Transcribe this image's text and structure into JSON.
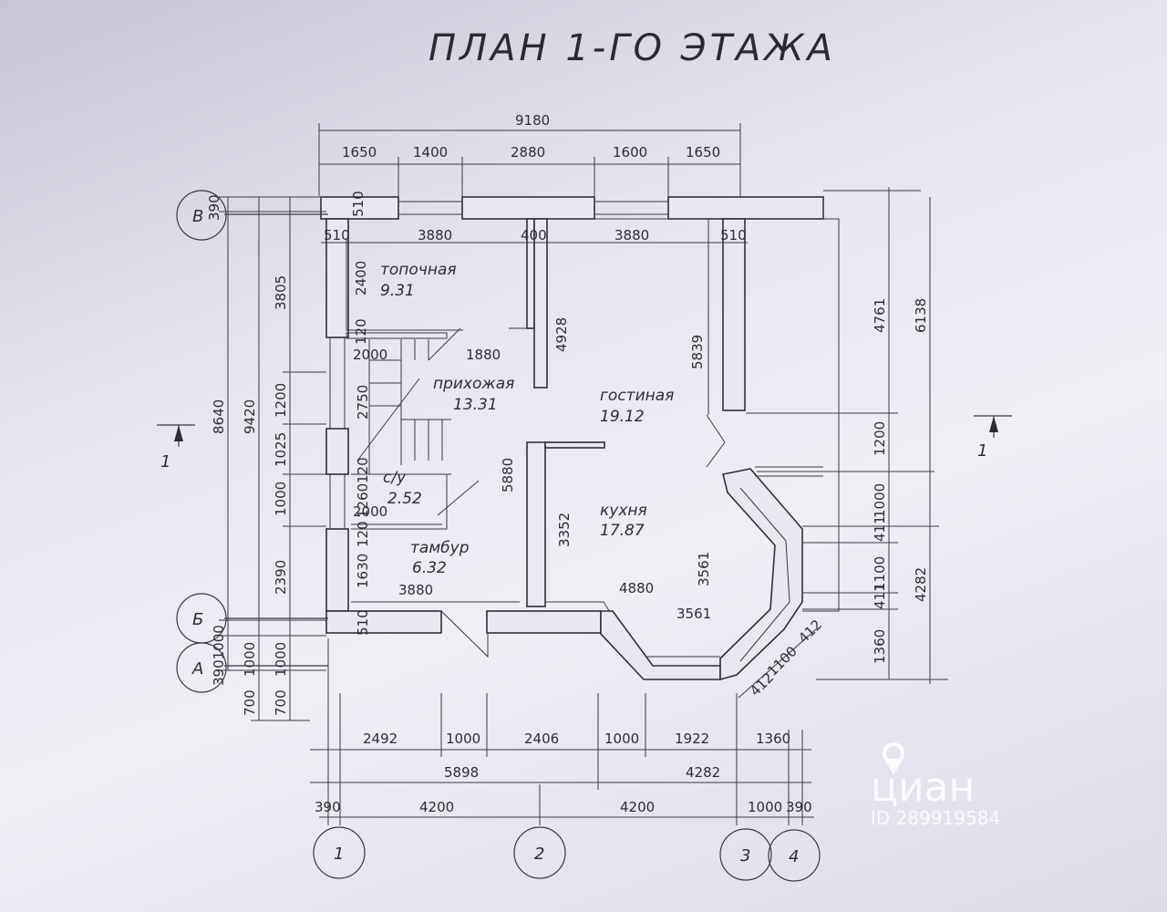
{
  "title": "ПЛАН 1-ГО ЭТАЖА",
  "top_dims": {
    "overall": "9180",
    "segments": [
      "1650",
      "1400",
      "2880",
      "1600",
      "1650"
    ]
  },
  "rooms": [
    {
      "name": "топочная",
      "area": "9.31"
    },
    {
      "name": "прихожая",
      "area": "13.31"
    },
    {
      "name": "гостиная",
      "area": "19.12"
    },
    {
      "name": "с/у",
      "area": "2.52"
    },
    {
      "name": "кухня",
      "area": "17.87"
    },
    {
      "name": "тамбур",
      "area": "6.32"
    }
  ],
  "inner_dims": {
    "boiler_width": "3880",
    "partition_400": "400",
    "living_width": "3880",
    "wall_510_left": "510",
    "wall_510_top": "510",
    "wall_510_right": "510",
    "boiler_depth": "2400",
    "stair_120": "120",
    "stair_2000": "2000",
    "stair_1880": "1880",
    "stair_2750": "2750",
    "hall_4928": "4928",
    "living_5839": "5839",
    "hall_5880": "5880",
    "wc_120": "120",
    "wc_1260": "1260",
    "wc_2000": "2000",
    "kitchen_3352": "3352",
    "vest_120": "120",
    "vest_1630": "1630",
    "vest_3880": "3880",
    "kitchen_4880": "4880",
    "bay_3561_v": "3561",
    "bay_3561_h": "3561",
    "wall_510_bottom": "510"
  },
  "left_dims": {
    "d390": "390",
    "d3805": "3805",
    "d1200": "1200",
    "d1025": "1025",
    "d1000": "1000",
    "d2390": "2390",
    "d8640": "8640",
    "d9420": "9420",
    "d390_1000": "3901000",
    "d1000a": "1000",
    "d1000b": "1000",
    "d700a": "700",
    "d700b": "700"
  },
  "right_dims": {
    "d4761": "4761",
    "d6138": "6138",
    "d1200": "1200",
    "d1000": "1000",
    "d411a": "411",
    "d1100": "1100",
    "d411b": "411",
    "d1360": "1360",
    "d4282": "4282"
  },
  "bay_dims": {
    "d412a": "412",
    "d1100": "1100",
    "d412b": "412"
  },
  "bottom_dims": {
    "row1": [
      "2492",
      "1000",
      "2406",
      "1000",
      "1922",
      "1360"
    ],
    "row2": [
      "5898",
      "4282"
    ],
    "row3": [
      "390",
      "4200",
      "4200",
      "1000",
      "390"
    ]
  },
  "axes": {
    "rows": [
      "В",
      "Б",
      "А"
    ],
    "cols": [
      "1",
      "2",
      "3",
      "4"
    ]
  },
  "section_marks": [
    "1",
    "1"
  ],
  "watermark": {
    "brand": "циан",
    "id": "ID 289919584"
  },
  "colors": {
    "ink": "#2d2d36",
    "paper": "#e9e8f0"
  }
}
